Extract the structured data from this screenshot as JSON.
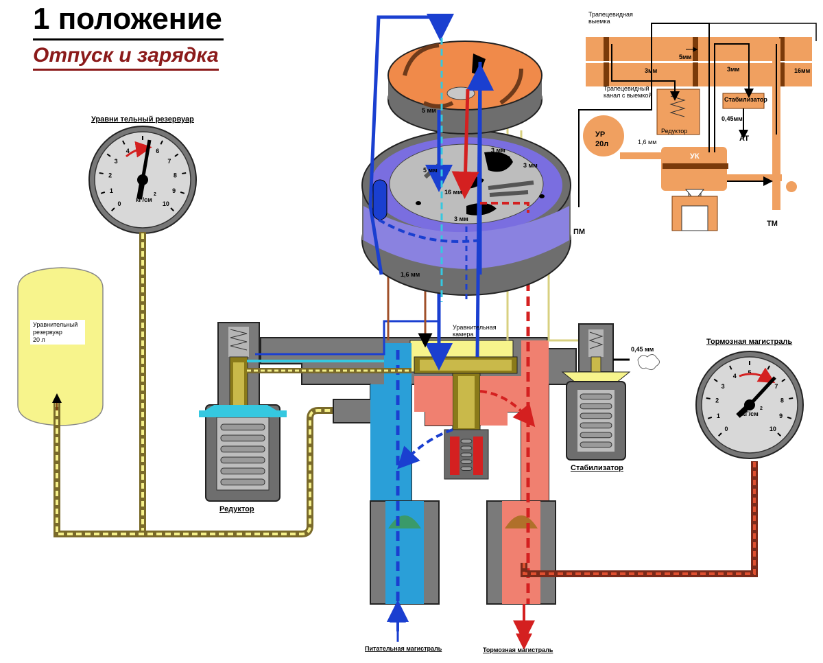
{
  "header": {
    "title": "1 положение",
    "subtitle": "Отпуск и зарядка"
  },
  "gauges": {
    "equalizing": {
      "title": "Уравни тельный резервуар",
      "unit": "кГ/см",
      "unit_sup": "2",
      "ticks": [
        "0",
        "1",
        "2",
        "3",
        "4",
        "5",
        "6",
        "7",
        "8",
        "9",
        "10"
      ]
    },
    "brake": {
      "title": "Тормозная магистраль",
      "unit": "кГ/см",
      "unit_sup": "2",
      "ticks": [
        "0",
        "1",
        "2",
        "3",
        "4",
        "5",
        "6",
        "7",
        "8",
        "9",
        "10"
      ]
    }
  },
  "tank": {
    "line1": "Уравнительный",
    "line2": "резервуар",
    "line3": "20 л"
  },
  "labels": {
    "reducer": "Редуктор",
    "stabilizer": "Стабилизатор",
    "eq_chamber_1": "Уравнительная",
    "eq_chamber_2": "камера",
    "feed_line": "Питательная магистраль",
    "brake_line": "Тормозная магистраль",
    "orifice_045": "0,45 мм",
    "orifice_16_main": "1,6 мм"
  },
  "valve_disk": {
    "top_5mm": "5 мм",
    "mid_5mm": "5 мм",
    "mm3_a": "3 мм",
    "mm3_b": "3 мм",
    "mm3_c": "3 мм",
    "mm16": "16 мм"
  },
  "schematic": {
    "trap_notch_1": "Трапецевидная",
    "trap_notch_2": "выемка",
    "trap_channel_1": "Трапецевидный",
    "trap_channel_2": "канал с выемкой",
    "mm5": "5мм",
    "mm3_a": "3мм",
    "mm3_b": "3мм",
    "mm16": "16мм",
    "stabilizer": "Стабилизатор",
    "orifice_045": "0,45мм",
    "at": "АТ",
    "reducer": "Редуктор",
    "ur_1": "УР",
    "ur_2": "20л",
    "orifice_16": "1,6 мм",
    "uk": "УК",
    "pm": "ПМ",
    "tm": "ТМ"
  },
  "colors": {
    "feed_blue": "#1a3fd0",
    "feed_fill": "#2a9fd8",
    "brake_red": "#d42020",
    "brake_fill": "#f08070",
    "equalizing_yellow": "#f5f08a",
    "body_gray": "#7a7a7a",
    "disk_orange": "#f08a4a",
    "schematic_orange": "#f0a060"
  }
}
